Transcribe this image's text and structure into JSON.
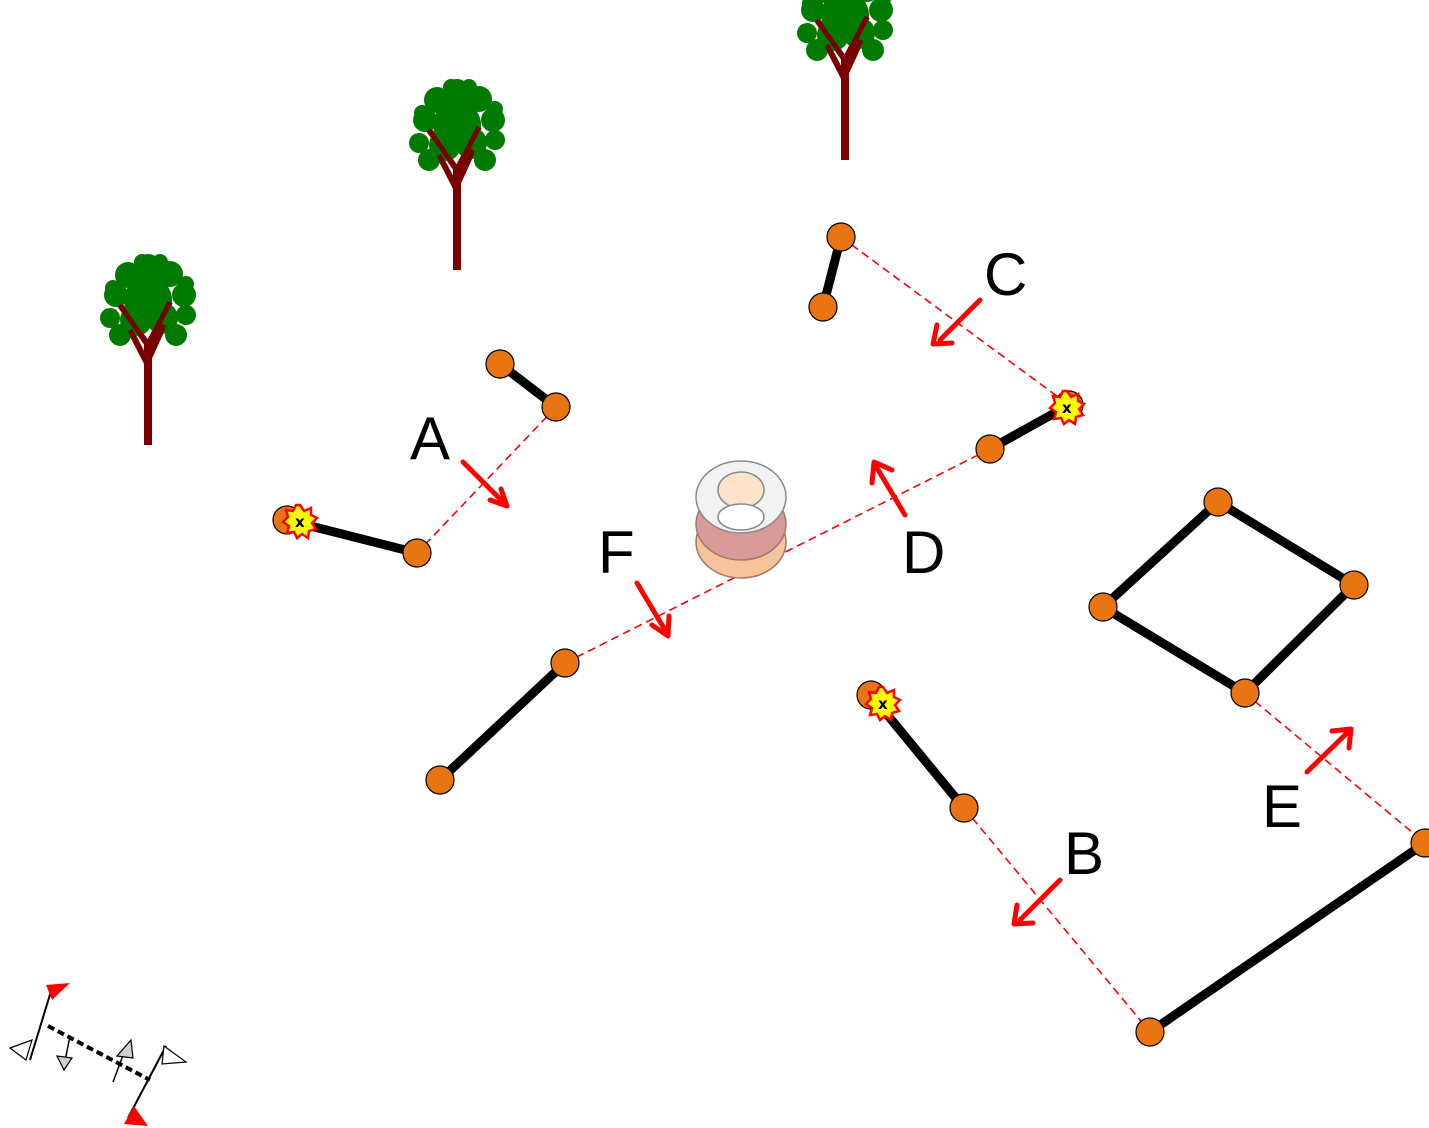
{
  "diagram": {
    "labels": {
      "A": "A",
      "B": "B",
      "C": "C",
      "D": "D",
      "E": "E",
      "F": "F"
    },
    "marker_text": "x",
    "colors": {
      "node": "#e87511",
      "segment": "#000000",
      "link": "#ff0000",
      "arrow": "#ff0000",
      "marker_fill": "#ffff00",
      "marker_border": "#ff0000",
      "tree_foliage": "#007a00",
      "tree_trunk": "#7a0000"
    },
    "icons": [
      "tree-icon",
      "ring-icon",
      "flag-icon",
      "x-marker-icon"
    ]
  }
}
